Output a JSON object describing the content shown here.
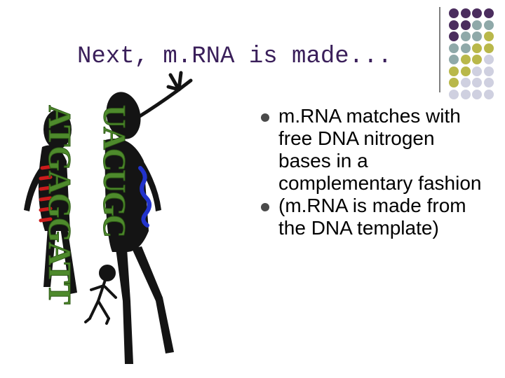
{
  "title": "Next, m.RNA is made...",
  "bullets": [
    "m.RNA matches with free DNA nitrogen bases in a complementary fashion",
    "(m.RNA is made from the DNA template)"
  ],
  "dna_strand": "ATGAGGATT",
  "rna_strand": "UACUGC",
  "colors": {
    "title": "#3a1f5a",
    "dot_purple": "#4b2d5e",
    "dot_teal": "#8fa9a9",
    "dot_olive": "#b9b84a",
    "dot_lavender": "#cfd0e0",
    "letters_green": "#4e8a2c",
    "figure_black": "#141414",
    "blue_strand": "#2233cc",
    "red_bands": "#cc1c1c"
  },
  "icons": [
    "bullet-dot-icon",
    "decorative-dot-grid",
    "stick-figure-illustration"
  ]
}
